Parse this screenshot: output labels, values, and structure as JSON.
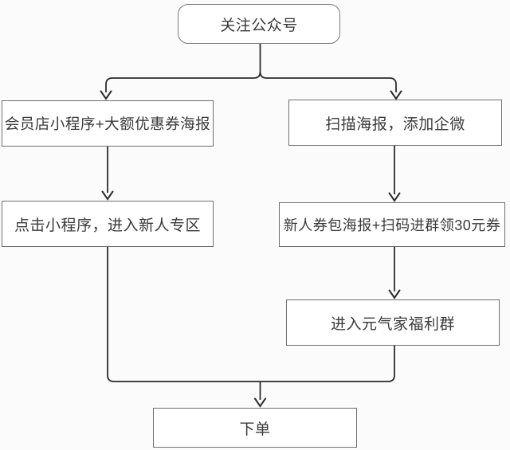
{
  "flowchart": {
    "nodes": {
      "follow": {
        "label": "关注公众号",
        "shape": "rounded"
      },
      "left1": {
        "label": "会员店小程序+大额优惠券海报",
        "shape": "rect"
      },
      "right1": {
        "label": "扫描海报，添加企微",
        "shape": "rect"
      },
      "left2": {
        "label": "点击小程序，进入新人专区",
        "shape": "rect"
      },
      "right2": {
        "label": "新人券包海报+扫码进群领30元券",
        "shape": "rect"
      },
      "right3": {
        "label": "进入元气家福利群",
        "shape": "rect"
      },
      "order": {
        "label": "下单",
        "shape": "rect"
      }
    },
    "edges": [
      {
        "from": "关注公众号",
        "to": "会员店小程序+大额优惠券海报"
      },
      {
        "from": "关注公众号",
        "to": "扫描海报，添加企微"
      },
      {
        "from": "会员店小程序+大额优惠券海报",
        "to": "点击小程序，进入新人专区"
      },
      {
        "from": "扫描海报，添加企微",
        "to": "新人券包海报+扫码进群领30元券"
      },
      {
        "from": "新人券包海报+扫码进群领30元券",
        "to": "进入元气家福利群"
      },
      {
        "from": "点击小程序，进入新人专区",
        "to": "下单"
      },
      {
        "from": "进入元气家福利群",
        "to": "下单"
      }
    ],
    "colors": {
      "background": "#fbfbfb",
      "box_background": "#ffffff",
      "box_border": "#6f6f6f",
      "line": "#2b2b2b",
      "text": "#3a3a3a"
    }
  }
}
